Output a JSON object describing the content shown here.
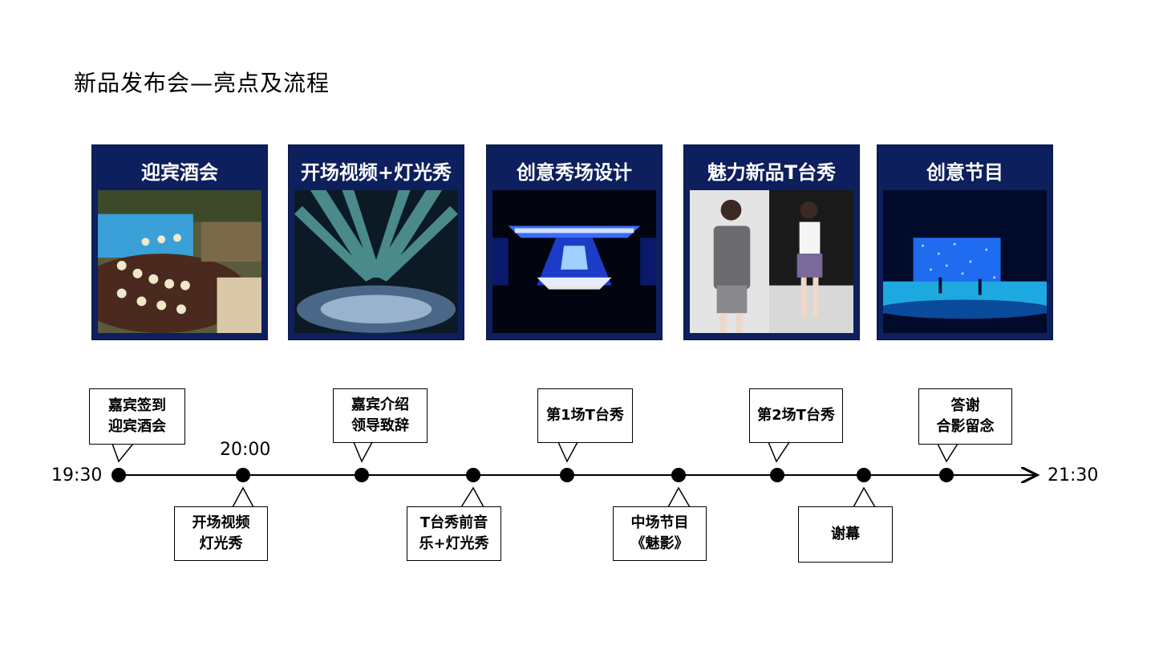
{
  "title": "新品发布会—亮点及流程",
  "cards": [
    {
      "title": "迎宾酒会",
      "image": "buffet-pool-photo"
    },
    {
      "title": "开场视频+灯光秀",
      "image": "stage-light-show-photo"
    },
    {
      "title": "创意秀场设计",
      "image": "runway-stage-render"
    },
    {
      "title": "魅力新品T台秀",
      "image": "fashion-models-photo"
    },
    {
      "title": "创意节目",
      "image": "blue-stage-performance-photo"
    }
  ],
  "timeline": {
    "start": "19:30",
    "end": "21:30",
    "mark": "20:00",
    "above": [
      {
        "line1": "嘉宾签到",
        "line2": "迎宾酒会"
      },
      {
        "line1": "嘉宾介绍",
        "line2": "领导致辞"
      },
      {
        "line1": "第1场T台秀",
        "line2": ""
      },
      {
        "line1": "第2场T台秀",
        "line2": ""
      },
      {
        "line1": "答谢",
        "line2": "合影留念"
      }
    ],
    "below": [
      {
        "line1": "开场视频",
        "line2": "灯光秀"
      },
      {
        "line1": "T台秀前音",
        "line2": "乐+灯光秀"
      },
      {
        "line1": "中场节目",
        "line2": "《魅影》"
      },
      {
        "line1": "谢幕",
        "line2": ""
      }
    ]
  },
  "colors": {
    "card_bg": "#0d1f5c",
    "card_title": "#ffffff"
  }
}
